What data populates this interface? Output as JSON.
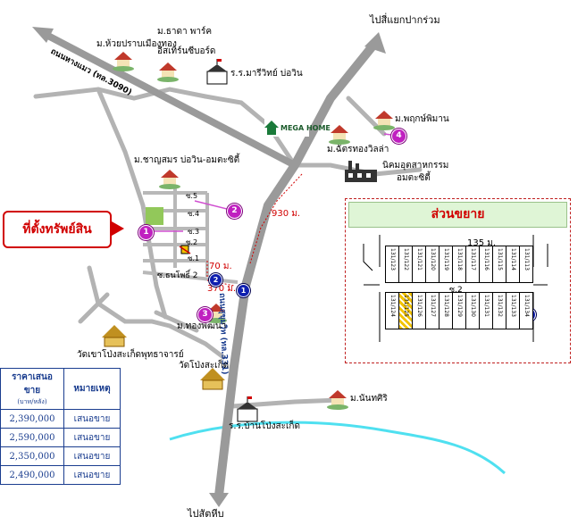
{
  "labels": {
    "north_road": "ไปสี่แยกปากร่วม",
    "south_road": "ไปสัตหีบ",
    "highway_nw": "ถนนหางแมว (ทล.3090)",
    "main_road": "ถนนสุขุมวิท (ทล.331)",
    "h1": "ม.ห้วยปราบเมืองทอง",
    "h2_line1": "ม.ธาดา พาร์ค",
    "h2_line2": "อีสเทิร์นซีบอร์ด",
    "school1": "ร.ร.มารีวิทย์ บ่อวิน",
    "megahome": "MEGA HOME",
    "h4": "ม.พฤกษ์พิมาน",
    "h5": "ม.ฉัตรทองวิลล่า",
    "industrial_line1": "นิคมอุตสาหกรรม",
    "industrial_line2": "อมตะซิตี้",
    "h6": "ม.ชาญสมร บ่อวิน-อมตะซิตี้",
    "dist_930": "930 ม.",
    "dist_70": "70 ม.",
    "dist_370": "370 ม.",
    "soi5": "ซ.5",
    "soi4": "ซ.4",
    "soi3": "ซ.3",
    "soi2": "ซ.2",
    "soi1": "ซ.1",
    "soi_thanphot": "ซ.ธนโพธิ์ 2",
    "h7": "ม.ทองพัฒนา",
    "temple1": "วัดเขาโป่งสะเก็ดพุทธาจารย์",
    "temple2": "วัดโป่งสะเก็ด",
    "h8": "ม.นันทศิริ",
    "school2": "ร.ร.บ้านโป่งสะเก็ด"
  },
  "pins": {
    "purple": [
      "1",
      "2",
      "3",
      "4"
    ],
    "blue": [
      "1",
      "2"
    ],
    "blue_sale": "3"
  },
  "callout": "ที่ตั้งทรัพย์สิน",
  "sale_box": {
    "title": "ส่วนขยาย",
    "dist": "135 ม.",
    "soi": "ซ.2",
    "top_row": [
      "131/123",
      "131/122",
      "131/121",
      "131/120",
      "131/119",
      "131/118",
      "131/117",
      "131/116",
      "131/115",
      "131/114",
      "131/113"
    ],
    "bottom_row": [
      "131/124",
      "131/125",
      "131/126",
      "131/127",
      "131/128",
      "131/129",
      "131/130",
      "131/131",
      "131/132",
      "131/133",
      "131/134"
    ],
    "highlight_lot": "131/125"
  },
  "price_table": {
    "header_price": "ราคาเสนอขาย",
    "header_price_unit": "(บาท/หลัง)",
    "header_note": "หมายเหตุ",
    "rows": [
      {
        "price": "2,390,000",
        "note": "เสนอขาย"
      },
      {
        "price": "2,590,000",
        "note": "เสนอขาย"
      },
      {
        "price": "2,350,000",
        "note": "เสนอขาย"
      },
      {
        "price": "2,490,000",
        "note": "เสนอขาย"
      }
    ]
  },
  "colors": {
    "road_main": "#9a9a9a",
    "road_minor": "#b3b3b3",
    "pin_purple": "#c020c0",
    "pin_blue": "#1020b0",
    "accent_red": "#d10000",
    "river": "#4fe0f0",
    "title_green": "#dff5d6"
  }
}
